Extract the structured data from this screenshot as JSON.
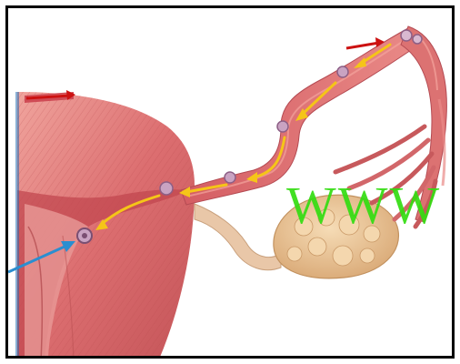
{
  "diagram": {
    "watermark_text": "WWW",
    "colors": {
      "frame": "#000000",
      "muscle": "#e07a7a",
      "muscle_dark": "#b84e50",
      "muscle_light": "#f3b4ae",
      "tube": "#d86c70",
      "ovary": "#ecc59a",
      "ovary_dark": "#c99866",
      "path_arrow": "#f5c518",
      "sperm_arrow": "#cc1111",
      "pointer_arrow": "#2a8ed0",
      "cell": "#b98fb0",
      "watermark": "#33dd11"
    },
    "icons": [
      "fallopian-tube",
      "uterus",
      "ovary",
      "fimbriae",
      "oocyte",
      "implantation-site",
      "pointer-arrow"
    ]
  }
}
